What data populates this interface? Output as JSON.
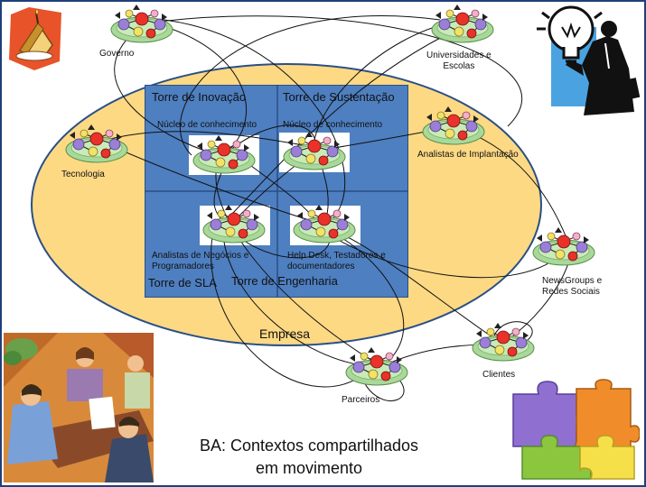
{
  "title": {
    "line1": "BA:  Contextos compartilhados",
    "line2": "em movimento"
  },
  "ellipse_label": "Empresa",
  "towers": {
    "top_left": "Torre de Inovação",
    "top_right": "Torre de Sustentação",
    "bottom_left": "Torre de SLA",
    "bottom_right": "Torre de Engenharia"
  },
  "quadrant_texts": {
    "top_left": "Núcleo de conhecimento",
    "top_right": "Núcleo de conhecimento",
    "bottom_left": {
      "line1": "Analistas de Negócios e",
      "line2": "Programadores"
    },
    "bottom_right": {
      "line1": "Help Desk, Testadores e",
      "line2": "documentadores"
    }
  },
  "external_nodes": {
    "governo": "Governo",
    "universidades": {
      "line1": "Universidades e",
      "line2": "Escolas"
    },
    "tecnologia": "Tecnologia",
    "analistas_implantacao": "Analistas de Implantação",
    "newsgroups": {
      "line1": "NewsGroups e",
      "line2": "Redes Sociais"
    },
    "clientes": "Clientes",
    "parceiros": "Parceiros"
  },
  "colors": {
    "ellipse_fill": "#fdd984",
    "tower_fill": "#4e7fc0",
    "node_platter": "#a9d99a",
    "node_red": "#e8322a",
    "node_purple": "#9b7fd6",
    "node_yellow": "#f1e26a",
    "puzzle_purple": "#8f6fd0",
    "puzzle_orange": "#f08c2a",
    "puzzle_green": "#8cc63f",
    "puzzle_yellow": "#f6e04a"
  },
  "icons": [
    "cake-slice-icon",
    "lightbulb-businessman-icon",
    "meeting-people-icon",
    "puzzle-pieces-icon",
    "knowledge-network-node-icon"
  ]
}
